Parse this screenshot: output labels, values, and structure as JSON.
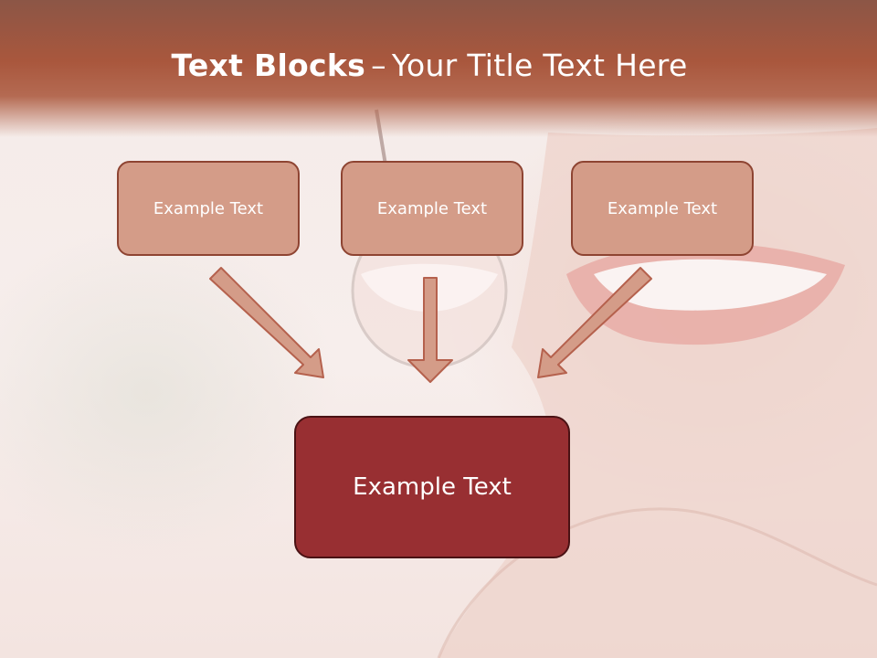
{
  "slide": {
    "title_strong": "Text Blocks",
    "title_separator": "–",
    "title_rest": "Your Title Text Here"
  },
  "blocks": [
    {
      "label": "Example Text"
    },
    {
      "label": "Example Text"
    },
    {
      "label": "Example Text"
    }
  ],
  "main_block": {
    "label": "Example Text"
  },
  "colors": {
    "header": "#a9573d",
    "small_box_fill": "#d49c88",
    "small_box_border": "#8e4432",
    "main_box_fill": "#982f32",
    "main_box_border": "#4a1214",
    "arrow_fill": "#d49c88",
    "arrow_stroke": "#b5614d"
  }
}
